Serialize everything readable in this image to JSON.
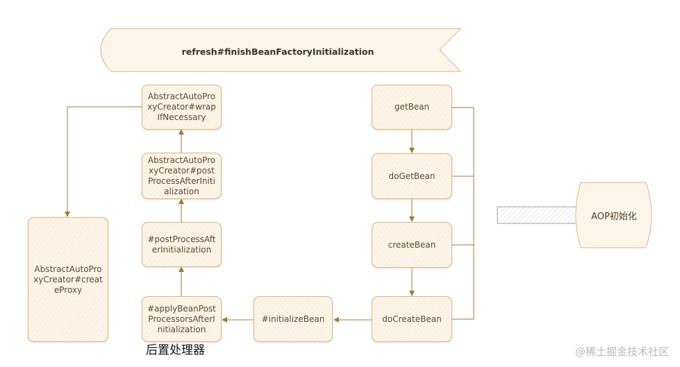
{
  "banner": {
    "title": "refresh#finishBeanFactoryInitialization"
  },
  "nodes": {
    "getBean": "getBean",
    "doGetBean": "doGetBean",
    "createBean": "createBean",
    "doCreateBean": "doCreateBean",
    "initializeBean": "#initializeBean",
    "applyBeanPostProcessors": "#applyBeanPostProcessorsAfterInitialization",
    "postProcessAfterInitialization": "#postProcessAfterInitialization",
    "abstractPostProcess": "AbstractAutoProxyCreator#postProcessAfterInitialization",
    "wrapIfNecessary": "AbstractAutoProxyCreator#wrapIfNecessary",
    "createProxy": "AbstractAutoProxyCreator#createProxy"
  },
  "aop": {
    "label": "AOP初始化"
  },
  "caption": "后置处理器",
  "watermark": "@稀土掘金技术社区",
  "colors": {
    "node_fill": "#fef5ea",
    "node_border": "#d8b48a",
    "arrow": "#9c7a3c",
    "text": "#5a4733"
  }
}
